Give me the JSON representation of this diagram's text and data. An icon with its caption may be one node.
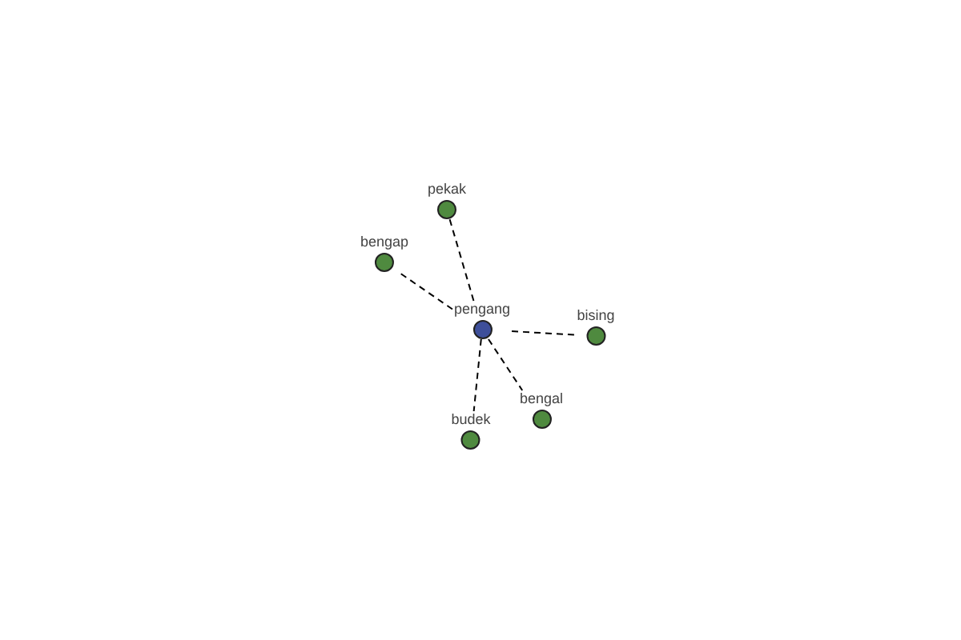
{
  "diagram": {
    "nodes": [
      {
        "text": [
          "pekak"
        ]
      },
      {
        "text": [
          "bengap"
        ]
      },
      {
        "text": [
          "pengang"
        ]
      },
      {
        "text": [
          "bising"
        ]
      },
      {
        "text": [
          "bengal"
        ]
      },
      {
        "text": [
          "budek"
        ]
      }
    ],
    "edges": [
      {
        "from": 2,
        "to": 0,
        "arrow": "none",
        "style": "dashed"
      },
      {
        "from": 2,
        "to": 1,
        "arrow": "none",
        "style": "dashed"
      },
      {
        "from": 2,
        "to": 3,
        "arrow": "none",
        "style": "dashed"
      },
      {
        "from": 2,
        "to": 4,
        "arrow": "none",
        "style": "dashed"
      },
      {
        "from": 2,
        "to": 5,
        "arrow": "none",
        "style": "dashed"
      }
    ]
  }
}
